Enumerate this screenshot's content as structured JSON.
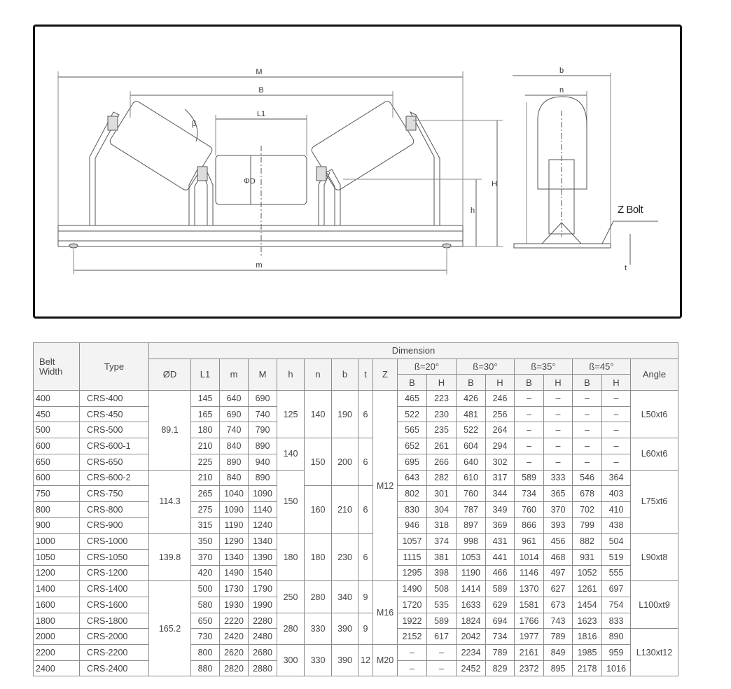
{
  "drawing": {
    "dim_labels": {
      "M": "M",
      "B": "B",
      "L1": "L1",
      "beta": "β",
      "D": "ΦD",
      "H": "H",
      "h": "h",
      "m": "m",
      "b": "b",
      "n": "n",
      "t": "t"
    },
    "zbolt_label": "Z Bolt"
  },
  "table": {
    "headers": {
      "belt_width": "Belt\nWidth",
      "type": "Type",
      "dimension": "Dimension",
      "d": "ØD",
      "l1": "L1",
      "m": "m",
      "M": "M",
      "h": "h",
      "n": "n",
      "b": "b",
      "t": "t",
      "z": "Z",
      "beta20": "ß=20°",
      "beta30": "ß=30°",
      "beta35": "ß=35°",
      "beta45": "ß=45°",
      "B": "B",
      "H": "H",
      "angle": "Angle"
    },
    "rows": [
      {
        "belt": "400",
        "type": "CRS-400",
        "l1": "145",
        "m": "640",
        "M": "690",
        "b20": "465",
        "h20": "223",
        "b30": "426",
        "h30": "246",
        "b35": "–",
        "h35": "–",
        "b45": "–",
        "h45": "–"
      },
      {
        "belt": "450",
        "type": "CRS-450",
        "l1": "165",
        "m": "690",
        "M": "740",
        "b20": "522",
        "h20": "230",
        "b30": "481",
        "h30": "256",
        "b35": "–",
        "h35": "–",
        "b45": "–",
        "h45": "–"
      },
      {
        "belt": "500",
        "type": "CRS-500",
        "l1": "180",
        "m": "740",
        "M": "790",
        "b20": "565",
        "h20": "235",
        "b30": "522",
        "h30": "264",
        "b35": "–",
        "h35": "–",
        "b45": "–",
        "h45": "–"
      },
      {
        "belt": "600",
        "type": "CRS-600-1",
        "l1": "210",
        "m": "840",
        "M": "890",
        "b20": "652",
        "h20": "261",
        "b30": "604",
        "h30": "294",
        "b35": "–",
        "h35": "–",
        "b45": "–",
        "h45": "–"
      },
      {
        "belt": "650",
        "type": "CRS-650",
        "l1": "225",
        "m": "890",
        "M": "940",
        "b20": "695",
        "h20": "266",
        "b30": "640",
        "h30": "302",
        "b35": "–",
        "h35": "–",
        "b45": "–",
        "h45": "–"
      },
      {
        "belt": "600",
        "type": "CRS-600-2",
        "l1": "210",
        "m": "840",
        "M": "890",
        "b20": "643",
        "h20": "282",
        "b30": "610",
        "h30": "317",
        "b35": "589",
        "h35": "333",
        "b45": "546",
        "h45": "364"
      },
      {
        "belt": "750",
        "type": "CRS-750",
        "l1": "265",
        "m": "1040",
        "M": "1090",
        "b20": "802",
        "h20": "301",
        "b30": "760",
        "h30": "344",
        "b35": "734",
        "h35": "365",
        "b45": "678",
        "h45": "403"
      },
      {
        "belt": "800",
        "type": "CRS-800",
        "l1": "275",
        "m": "1090",
        "M": "1140",
        "b20": "830",
        "h20": "304",
        "b30": "787",
        "h30": "349",
        "b35": "760",
        "h35": "370",
        "b45": "702",
        "h45": "410"
      },
      {
        "belt": "900",
        "type": "CRS-900",
        "l1": "315",
        "m": "1190",
        "M": "1240",
        "b20": "946",
        "h20": "318",
        "b30": "897",
        "h30": "369",
        "b35": "866",
        "h35": "393",
        "b45": "799",
        "h45": "438"
      },
      {
        "belt": "1000",
        "type": "CRS-1000",
        "l1": "350",
        "m": "1290",
        "M": "1340",
        "b20": "1057",
        "h20": "374",
        "b30": "998",
        "h30": "431",
        "b35": "961",
        "h35": "456",
        "b45": "882",
        "h45": "504"
      },
      {
        "belt": "1050",
        "type": "CRS-1050",
        "l1": "370",
        "m": "1340",
        "M": "1390",
        "b20": "1115",
        "h20": "381",
        "b30": "1053",
        "h30": "441",
        "b35": "1014",
        "h35": "468",
        "b45": "931",
        "h45": "519"
      },
      {
        "belt": "1200",
        "type": "CRS-1200",
        "l1": "420",
        "m": "1490",
        "M": "1540",
        "b20": "1295",
        "h20": "398",
        "b30": "1190",
        "h30": "466",
        "b35": "1146",
        "h35": "497",
        "b45": "1052",
        "h45": "555"
      },
      {
        "belt": "1400",
        "type": "CRS-1400",
        "l1": "500",
        "m": "1730",
        "M": "1790",
        "b20": "1490",
        "h20": "508",
        "b30": "1414",
        "h30": "589",
        "b35": "1370",
        "h35": "627",
        "b45": "1261",
        "h45": "697"
      },
      {
        "belt": "1600",
        "type": "CRS-1600",
        "l1": "580",
        "m": "1930",
        "M": "1990",
        "b20": "1720",
        "h20": "535",
        "b30": "1633",
        "h30": "629",
        "b35": "1581",
        "h35": "673",
        "b45": "1454",
        "h45": "754"
      },
      {
        "belt": "1800",
        "type": "CRS-1800",
        "l1": "650",
        "m": "2220",
        "M": "2280",
        "b20": "1922",
        "h20": "589",
        "b30": "1824",
        "h30": "694",
        "b35": "1766",
        "h35": "743",
        "b45": "1623",
        "h45": "833"
      },
      {
        "belt": "2000",
        "type": "CRS-2000",
        "l1": "730",
        "m": "2420",
        "M": "2480",
        "b20": "2152",
        "h20": "617",
        "b30": "2042",
        "h30": "734",
        "b35": "1977",
        "h35": "789",
        "b45": "1816",
        "h45": "890"
      },
      {
        "belt": "2200",
        "type": "CRS-2200",
        "l1": "800",
        "m": "2620",
        "M": "2680",
        "b20": "–",
        "h20": "–",
        "b30": "2234",
        "h30": "789",
        "b35": "2161",
        "h35": "849",
        "b45": "1985",
        "h45": "959"
      },
      {
        "belt": "2400",
        "type": "CRS-2400",
        "l1": "880",
        "m": "2820",
        "M": "2880",
        "b20": "–",
        "h20": "–",
        "b30": "2452",
        "h30": "829",
        "b35": "2372",
        "h35": "895",
        "b45": "2178",
        "h45": "1016"
      }
    ],
    "groups": {
      "d": [
        "89.1",
        "114.3",
        "139.8",
        "165.2"
      ],
      "hgrp": [
        "125",
        "140",
        "150",
        "180",
        "250",
        "280",
        "300"
      ],
      "ngrp": [
        "140",
        "150",
        "160",
        "180",
        "280",
        "330",
        "330"
      ],
      "bgrp": [
        "190",
        "200",
        "210",
        "230",
        "340",
        "390",
        "390"
      ],
      "tgrp": [
        "6",
        "6",
        "6",
        "6",
        "9",
        "9",
        "12"
      ],
      "z": [
        "M12",
        "M16",
        "M20"
      ],
      "angle": [
        "L50xt6",
        "L60xt6",
        "L75xt6",
        "L90xt8",
        "L100xt9",
        "L130xt12"
      ]
    }
  }
}
